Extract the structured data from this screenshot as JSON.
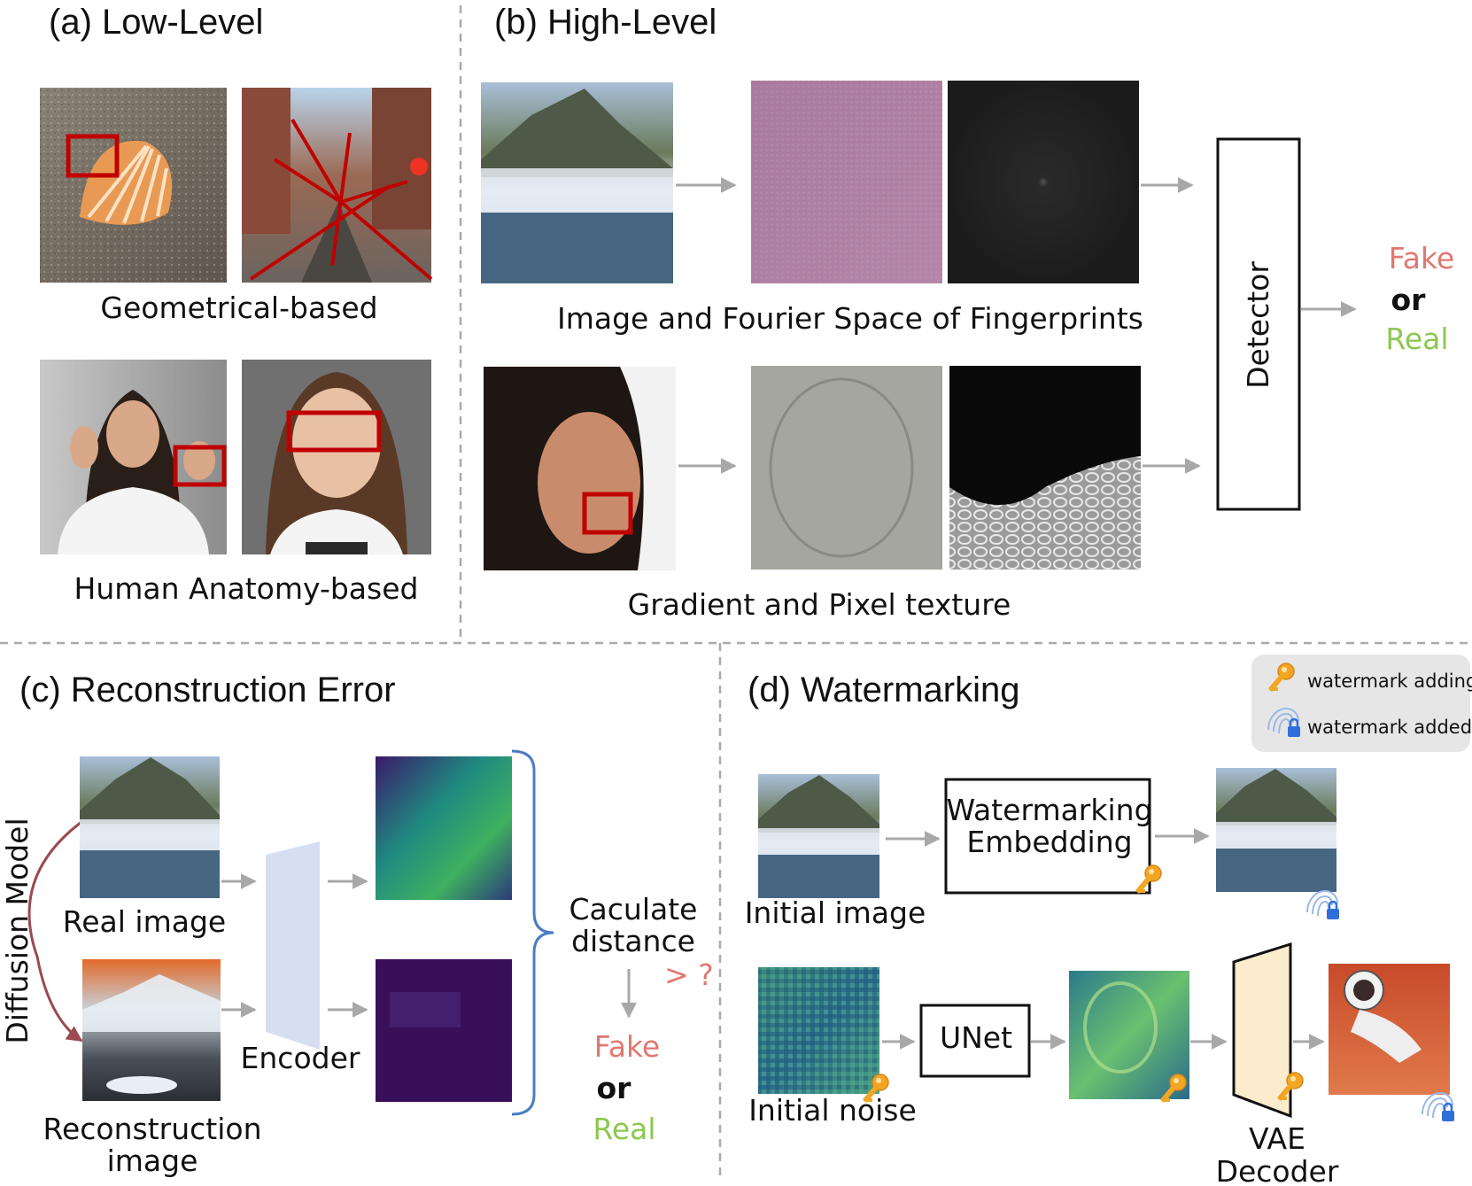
{
  "panels": {
    "a": {
      "title": "(a) Low-Level",
      "caption_top": "Geometrical-based",
      "caption_bottom": "Human Anatomy-based"
    },
    "b": {
      "title": "(b) High-Level",
      "caption_top": "Image and Fourier Space of Fingerprints",
      "caption_bottom": "Gradient and Pixel texture",
      "detector": "Detector",
      "fake": "Fake",
      "or": "or",
      "real": "Real"
    },
    "c": {
      "title": "(c) Reconstruction Error",
      "side_label": "Diffusion Model",
      "real_image": "Real image",
      "recon_line1": "Reconstruction",
      "recon_line2": "image",
      "encoder": "Encoder",
      "calc_line1": "Caculate",
      "calc_line2": "distance",
      "threshold": "> ?",
      "fake": "Fake",
      "or": "or",
      "real": "Real"
    },
    "d": {
      "title": "(d) Watermarking",
      "legend_adding": "watermark adding",
      "legend_added": "watermark added",
      "initial_image": "Initial image",
      "embed_line1": "Watermarking",
      "embed_line2": "Embedding",
      "initial_noise": "Initial noise",
      "unet": "UNet",
      "vae_line1": "VAE",
      "vae_line2": "Decoder"
    }
  },
  "colors": {
    "fake": "#e07870",
    "real": "#8cc850",
    "red_box": "#c00000",
    "arrow": "#a8a8a8",
    "brace": "#4a7cc4",
    "curve": "#9a4a50",
    "encoder": "#d6dff2",
    "vae": "#fbeccd"
  },
  "icons": [
    "key-icon",
    "fingerprint-lock-icon"
  ]
}
